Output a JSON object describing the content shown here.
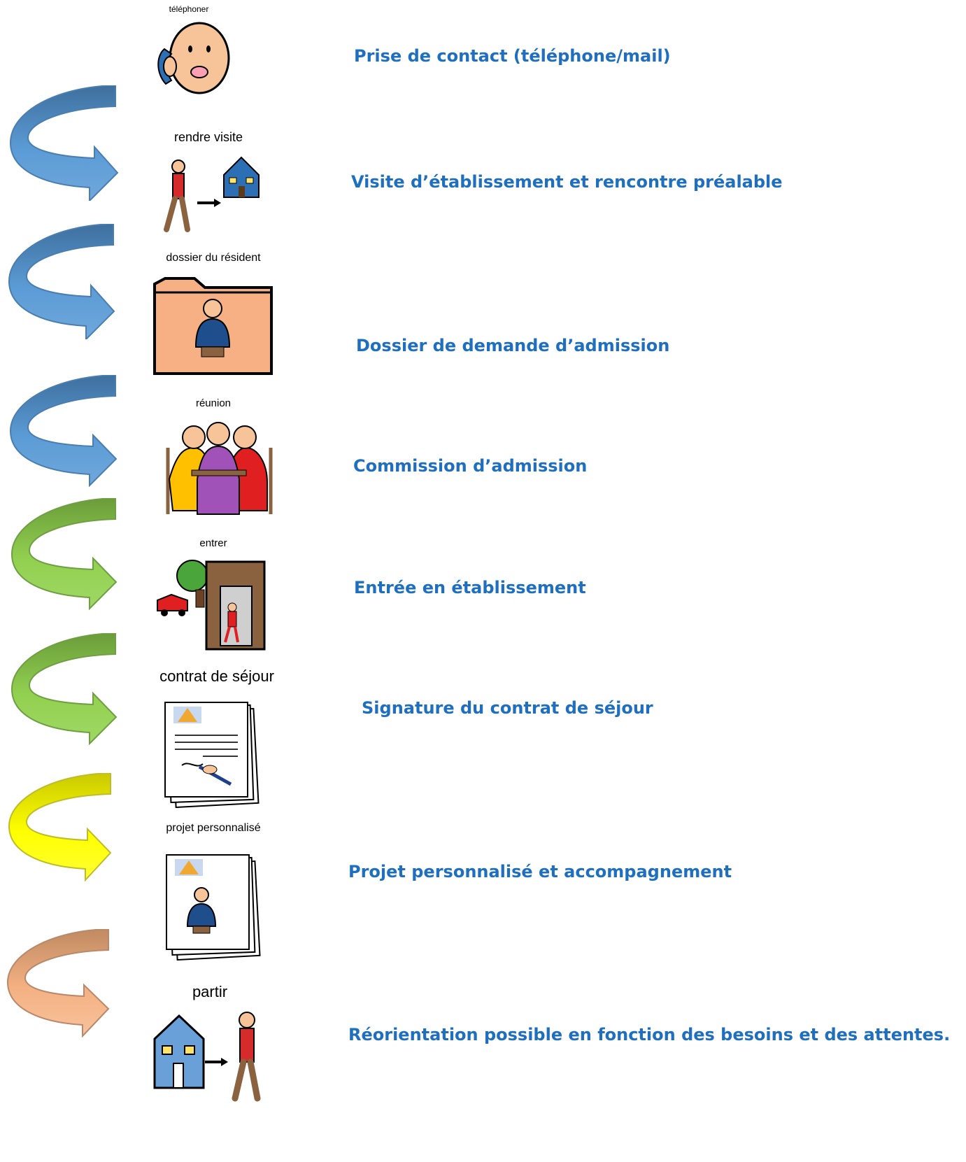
{
  "colors": {
    "step_text": "#1f6fc0",
    "arrow_blue": "#5b9bd5",
    "arrow_green": "#92d050",
    "arrow_yellow": "#ffff00",
    "arrow_orange": "#f4b183"
  },
  "steps": [
    {
      "label": "téléphoner",
      "text": "Prise de contact (téléphone/mail)",
      "icon": "phone-call-icon"
    },
    {
      "label": "rendre visite",
      "text": "Visite d’établissement et rencontre préalable",
      "icon": "visit-house-icon"
    },
    {
      "label": "dossier du résident",
      "text": "Dossier de demande d’admission",
      "icon": "resident-folder-icon"
    },
    {
      "label": "réunion",
      "text": "Commission d’admission",
      "icon": "meeting-icon"
    },
    {
      "label": "entrer",
      "text": "Entrée en établissement",
      "icon": "enter-building-icon"
    },
    {
      "label": "contrat de séjour",
      "text": "Signature du contrat de séjour",
      "icon": "signed-contract-icon"
    },
    {
      "label": "projet personnalisé",
      "text": "Projet personnalisé et accompagnement",
      "icon": "personal-project-icon"
    },
    {
      "label": "partir",
      "text": "Réorientation possible en fonction des besoins et des attentes.",
      "icon": "leave-house-icon"
    }
  ],
  "arrows": [
    {
      "color": "blue"
    },
    {
      "color": "blue"
    },
    {
      "color": "blue"
    },
    {
      "color": "green"
    },
    {
      "color": "green"
    },
    {
      "color": "yellow"
    },
    {
      "color": "orange"
    }
  ]
}
